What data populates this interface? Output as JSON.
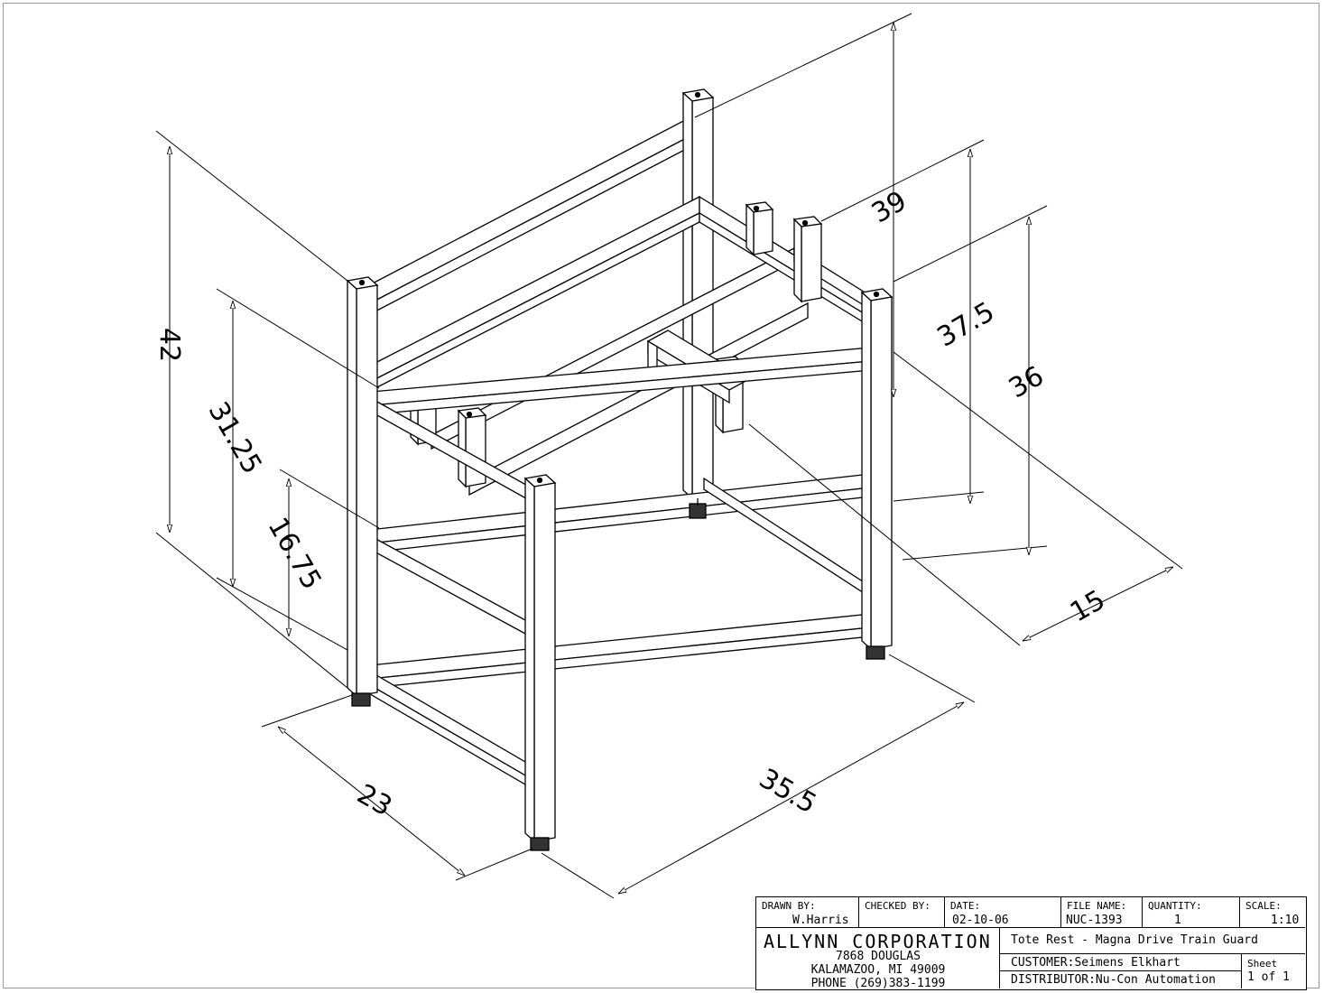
{
  "dimensions": {
    "overall_height": "42",
    "top_rail_height": "39",
    "upper_shelf_height": "37.5",
    "top_shelf_height": "36",
    "middle_shelf_height": "31.25",
    "lower_shelf_height": "16.75",
    "depth": "23",
    "length": "35.5",
    "inner_depth": "15"
  },
  "title_block": {
    "drawn_by_label": "DRAWN BY:",
    "drawn_by": "W.Harris",
    "checked_by_label": "CHECKED BY:",
    "checked_by": "",
    "date_label": "DATE:",
    "date": "02-10-06",
    "file_name_label": "FILE NAME:",
    "file_name": "NUC-1393",
    "quantity_label": "QUANTITY:",
    "quantity": "1",
    "scale_label": "SCALE:",
    "scale": "1:10",
    "company": "ALLYNN CORPORATION",
    "address_line1": "7868 DOUGLAS",
    "address_line2": "KALAMAZOO, MI 49009",
    "address_line3": "PHONE (269)383-1199",
    "title": "Tote Rest - Magna Drive Train Guard",
    "customer_label": "CUSTOMER:",
    "customer": "Seimens Elkhart",
    "distributor_label": "DISTRIBUTOR:",
    "distributor": "Nu-Con Automation",
    "sheet_label": "Sheet",
    "sheet": "1 of 1"
  }
}
